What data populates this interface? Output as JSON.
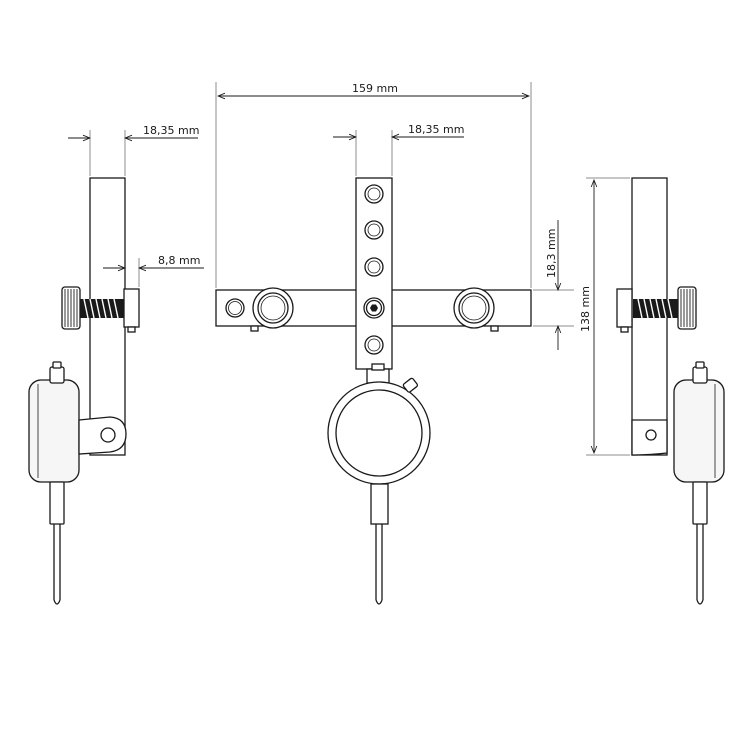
{
  "dimensions": {
    "overall_width": "159 mm",
    "bar_width_center": "18,35 mm",
    "bar_width_side": "18,35 mm",
    "offset_side": "8,8 mm",
    "crossbar_height": "18,3 mm",
    "overall_height": "138 mm"
  }
}
